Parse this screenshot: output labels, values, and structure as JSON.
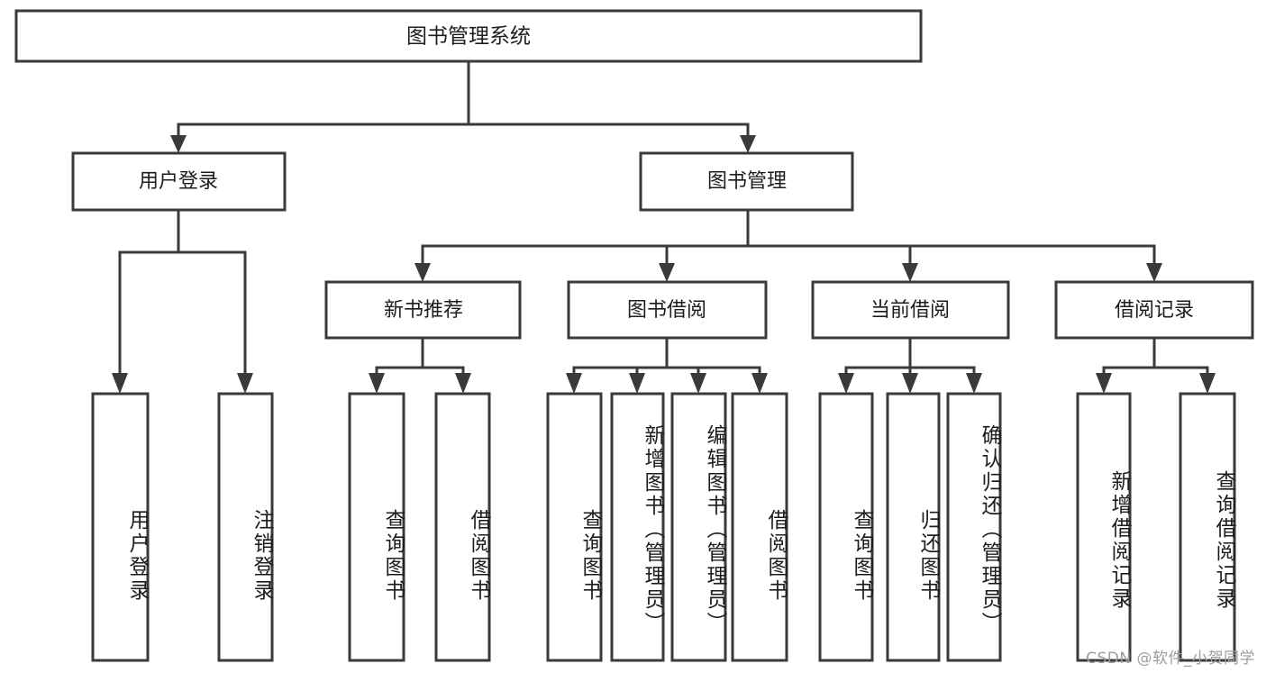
{
  "diagram": {
    "title": "图书管理系统",
    "type": "tree-hierarchy-diagram",
    "colors": {
      "stroke": "#3a3a3a",
      "fill": "#ffffff",
      "text": "#1d1d1d",
      "watermark": "#9d9d9d",
      "background": "#ffffff"
    },
    "root": {
      "label": "图书管理系统"
    },
    "level2": [
      {
        "label": "用户登录"
      },
      {
        "label": "图书管理"
      }
    ],
    "level3": [
      {
        "label": "新书推荐"
      },
      {
        "label": "图书借阅"
      },
      {
        "label": "当前借阅"
      },
      {
        "label": "借阅记录"
      }
    ],
    "leaves": {
      "user_login": [
        {
          "label": "用户登录"
        },
        {
          "label": "注销登录"
        }
      ],
      "new_book_recommend": [
        {
          "label": "查询图书"
        },
        {
          "label": "借阅图书"
        }
      ],
      "book_borrow": [
        {
          "label": "查询图书"
        },
        {
          "label": "新增图书（管理员）"
        },
        {
          "label": "编辑图书（管理员）"
        },
        {
          "label": "借阅图书"
        }
      ],
      "current_borrow": [
        {
          "label": "查询图书"
        },
        {
          "label": "归还图书"
        },
        {
          "label": "确认归还（管理员）"
        }
      ],
      "borrow_record": [
        {
          "label": "新增借阅记录"
        },
        {
          "label": "查询借阅记录"
        }
      ]
    }
  },
  "watermark": {
    "text": "CSDN @软件_小贺同学"
  }
}
